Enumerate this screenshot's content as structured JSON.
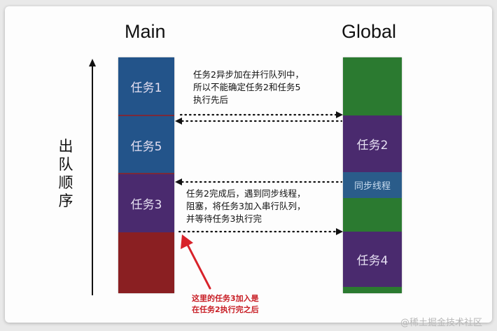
{
  "columns": {
    "main": {
      "title": "Main",
      "blocks": [
        {
          "label": "任务1",
          "color": "#23548a"
        },
        {
          "label": "任务5",
          "color": "#23548a"
        },
        {
          "label": "任务3",
          "color": "#4a2a6e"
        },
        {
          "label": "",
          "color": "#8a1f22"
        }
      ],
      "divider_color": "#7a2a3a"
    },
    "global": {
      "title": "Global",
      "blocks": [
        {
          "label": "",
          "color": "#2b7a30"
        },
        {
          "label": "任务2",
          "color": "#4a2a6e"
        },
        {
          "label": "同步线程",
          "color": "#2a5c8a"
        },
        {
          "label": "",
          "color": "#2b7a30"
        },
        {
          "label": "任务4",
          "color": "#4a2a6e"
        },
        {
          "label": "",
          "color": "#2b7a30"
        }
      ]
    }
  },
  "axis": {
    "label_chars": [
      "出",
      "队",
      "顺",
      "序"
    ]
  },
  "annotations": {
    "note1": [
      "任务2异步加在并行队列中，",
      "所以不能确定任务2和任务5",
      "执行先后"
    ],
    "note2": [
      "任务2完成后，遇到同步线程，",
      "阻塞，将任务3加入串行队列，",
      "并等待任务3执行完"
    ],
    "red_note": [
      "这里的任务3加入是",
      "在任务2执行完之后"
    ]
  },
  "watermark": "@稀土掘金技术社区",
  "colors": {
    "arrow_red": "#d8222a",
    "dots": "#111111"
  }
}
